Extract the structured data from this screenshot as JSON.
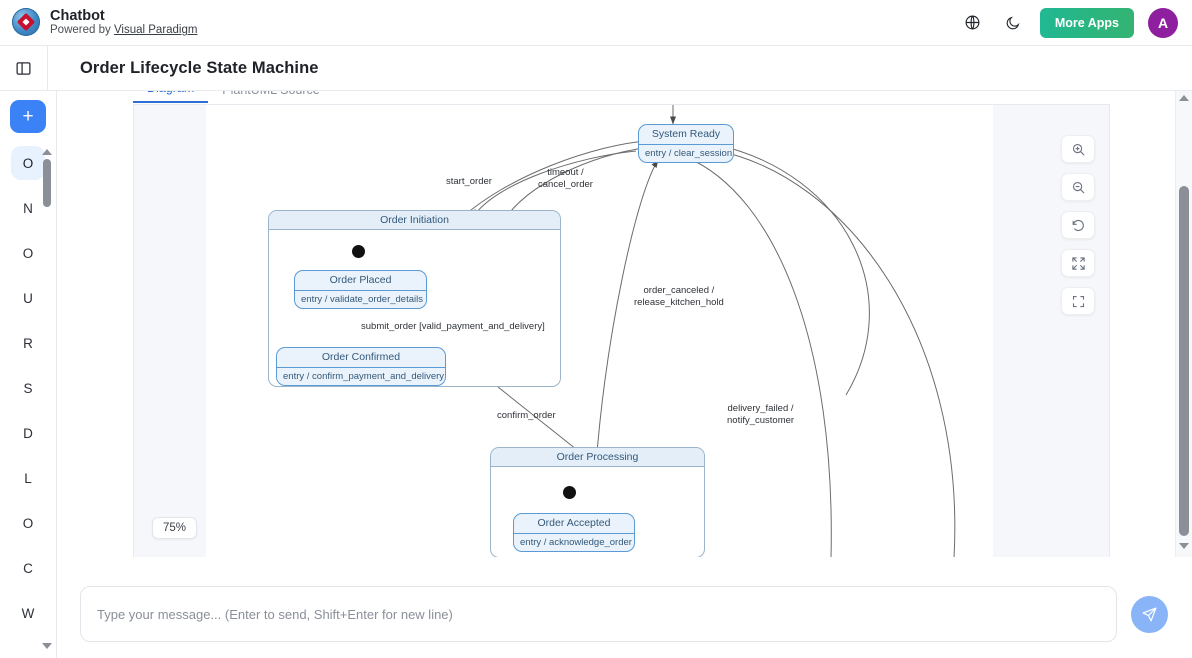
{
  "app": {
    "title": "Chatbot",
    "powered_prefix": "Powered by",
    "powered_link": "Visual Paradigm",
    "logo_icon": "visual-paradigm-globe-logo",
    "language_icon": "globe-icon",
    "theme_icon": "moon-icon",
    "more_apps_label": "More Apps",
    "avatar_initial": "A",
    "accent_green": "#2bb57f",
    "accent_blue": "#3b82f6",
    "avatar_color": "#8e1f9e"
  },
  "subbar": {
    "panel_toggle_icon": "sidebar-panel-icon",
    "page_title": "Order Lifecycle State Machine"
  },
  "sidebar": {
    "new_chat_label": "+",
    "items": [
      {
        "label": "O",
        "active": true
      },
      {
        "label": "N",
        "active": false
      },
      {
        "label": "O",
        "active": false
      },
      {
        "label": "U",
        "active": false
      },
      {
        "label": "R",
        "active": false
      },
      {
        "label": "S",
        "active": false
      },
      {
        "label": "D",
        "active": false
      },
      {
        "label": "L",
        "active": false
      },
      {
        "label": "O",
        "active": false
      },
      {
        "label": "C",
        "active": false
      },
      {
        "label": "W",
        "active": false
      }
    ]
  },
  "viewer": {
    "tabs": [
      {
        "label": "Diagram",
        "active": true
      },
      {
        "label": "PlantUML Source",
        "active": false
      }
    ],
    "zoom_level": "75%",
    "tools": [
      {
        "name": "zoom-in-icon",
        "title": "Zoom In"
      },
      {
        "name": "zoom-out-icon",
        "title": "Zoom Out"
      },
      {
        "name": "reset-rotate-icon",
        "title": "Reset"
      },
      {
        "name": "expand-icon",
        "title": "Fullscreen"
      },
      {
        "name": "fit-screen-icon",
        "title": "Fit to Screen"
      }
    ]
  },
  "composer": {
    "placeholder": "Type your message... (Enter to send, Shift+Enter for new line)",
    "value": "",
    "send_icon": "send-paper-plane-icon"
  },
  "diagram": {
    "type": "uml-state-machine",
    "states": [
      {
        "id": "system_ready",
        "name": "System Ready",
        "action": "entry / clear_session"
      },
      {
        "id": "order_placed",
        "name": "Order Placed",
        "action": "entry / validate_order_details"
      },
      {
        "id": "order_confirmed",
        "name": "Order Confirmed",
        "action": "entry / confirm_payment_and_delivery"
      },
      {
        "id": "order_accepted",
        "name": "Order Accepted",
        "action": "entry / acknowledge_order"
      }
    ],
    "composites": [
      {
        "id": "order_initiation",
        "name": "Order Initiation"
      },
      {
        "id": "order_processing",
        "name": "Order Processing"
      }
    ],
    "transitions": [
      {
        "label": "start_order"
      },
      {
        "label": "timeout /\ncancel_order"
      },
      {
        "label": "submit_order [valid_payment_and_delivery]"
      },
      {
        "label": "confirm_order"
      },
      {
        "label": "order_canceled /\nrelease_kitchen_hold"
      },
      {
        "label": "delivery_failed /\nnotify_customer"
      }
    ]
  }
}
